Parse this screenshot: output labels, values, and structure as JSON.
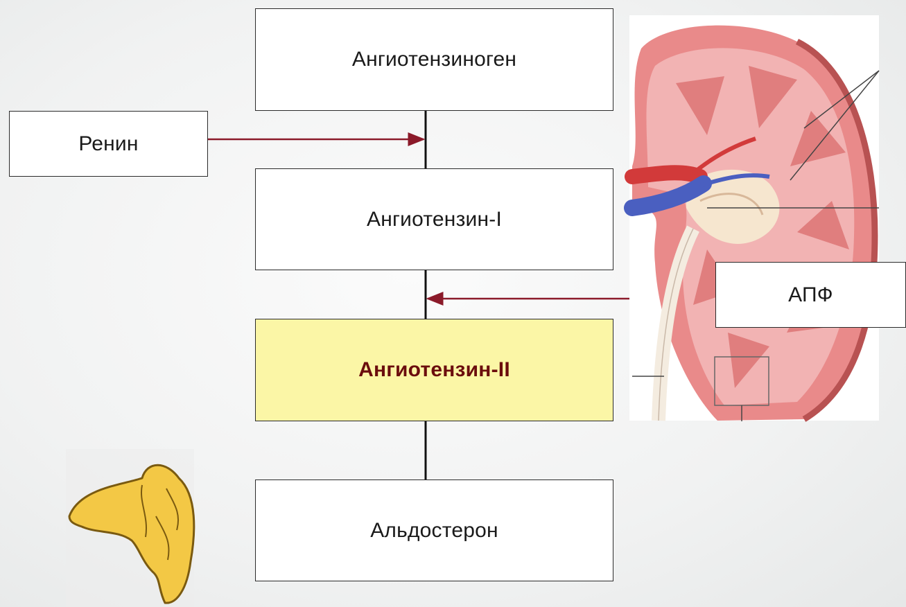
{
  "diagram": {
    "nodes": {
      "angiotensinogen": "Ангиотензиноген",
      "renin": "Ренин",
      "angiotensin_1": "Ангиотензин-I",
      "angiotensin_2": "Ангиотензин-II",
      "ace": "АПФ",
      "aldosterone": "Альдостерон"
    },
    "illustrations": [
      "kidney-illustration",
      "adrenal-gland-illustration"
    ],
    "colors": {
      "arrow": "#8b1a2a",
      "highlight_fill": "#fbf6a6",
      "highlight_text": "#6b0d0d",
      "kidney_tissue": "#e98a8a",
      "vein": "#4a5fc0",
      "artery": "#d23a3a",
      "adrenal": "#f3c845"
    }
  }
}
